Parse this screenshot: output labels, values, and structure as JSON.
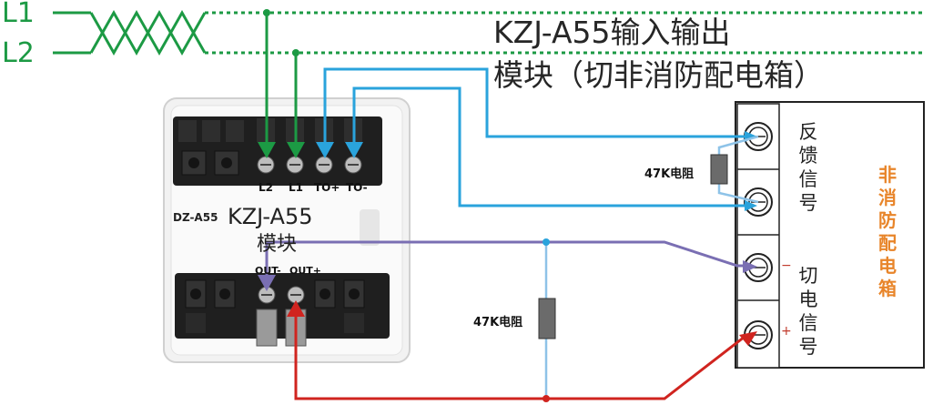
{
  "lines": {
    "l1": "L1",
    "l2": "L2"
  },
  "title": {
    "line1": "KZJ-A55输入输出",
    "line2": "模块（切非消防配电箱）"
  },
  "module": {
    "model_small": "DZ-A55",
    "model_large": "KZJ-A55",
    "name": "模块",
    "top_terminals": [
      "L2",
      "L1",
      "TO+",
      "TO-"
    ],
    "bottom_terminals": [
      "OUT-",
      "OUT+"
    ]
  },
  "resistors": {
    "feedback": "47K电阻",
    "output": "47K电阻"
  },
  "panel": {
    "title": "非消防配电箱",
    "feedback_label": "反馈信号",
    "cut_label": "切电信号",
    "minus": "−",
    "plus": "+"
  },
  "colors": {
    "power": "#1c9a44",
    "feedback": "#2aa3dc",
    "cut_negative": "#7a6fb3",
    "cut_positive": "#d0241f",
    "panel_title": "#e8852a"
  }
}
